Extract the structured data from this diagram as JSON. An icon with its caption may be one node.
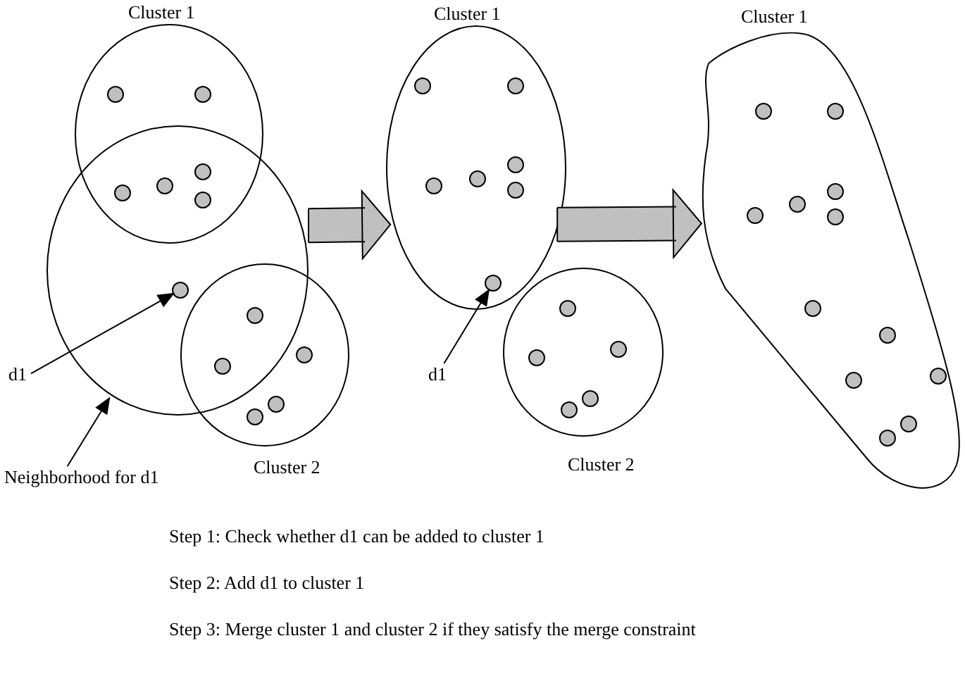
{
  "diagram": {
    "nodes": [
      {
        "text": [
          "Cluster 1"
        ]
      },
      {
        "text": [],
        "shape": "circle",
        "in": 0
      },
      {
        "text": [],
        "shape": "circle",
        "in": 0
      },
      {
        "text": [],
        "shape": "circle"
      },
      {
        "text": [],
        "shape": "circle"
      },
      {
        "text": [],
        "shape": "circle"
      },
      {
        "text": [],
        "shape": "circle"
      },
      {
        "text": [],
        "shape": "circle"
      },
      {
        "text": [
          "Cluster 2"
        ]
      },
      {
        "text": [],
        "shape": "circle",
        "in": 3
      },
      {
        "text": [],
        "shape": "circle"
      },
      {
        "text": [],
        "shape": "circle"
      },
      {
        "text": [],
        "shape": "circle",
        "in": 8
      },
      {
        "text": [],
        "shape": "circle",
        "in": 8
      },
      {
        "text": [],
        "shape": "circle",
        "in": 8
      },
      {
        "text": [
          "d1"
        ]
      },
      {
        "text": [
          "Neighborhood for d1"
        ]
      },
      {
        "text": [
          "Cluster 1"
        ]
      },
      {
        "text": [],
        "shape": "circle",
        "in": 17
      },
      {
        "text": [],
        "shape": "circle",
        "in": 17
      },
      {
        "text": [],
        "shape": "circle",
        "in": 17
      },
      {
        "text": [],
        "shape": "circle",
        "in": 17
      },
      {
        "text": [],
        "shape": "circle",
        "in": 17
      },
      {
        "text": [],
        "shape": "circle",
        "in": 17
      },
      {
        "text": [],
        "shape": "circle",
        "in": 17
      },
      {
        "text": [
          "d1"
        ]
      },
      {
        "text": [
          "Cluster 2"
        ]
      },
      {
        "text": [],
        "shape": "circle",
        "in": 26
      },
      {
        "text": [],
        "shape": "circle",
        "in": 26
      },
      {
        "text": [],
        "shape": "circle",
        "in": 26
      },
      {
        "text": [],
        "shape": "circle",
        "in": 26
      },
      {
        "text": [],
        "shape": "circle",
        "in": 26
      },
      {
        "text": [
          "Cluster 1"
        ]
      },
      {
        "text": [],
        "shape": "circle",
        "in": 32
      },
      {
        "text": [],
        "shape": "circle",
        "in": 32
      },
      {
        "text": [],
        "shape": "circle",
        "in": 32
      },
      {
        "text": [],
        "shape": "circle",
        "in": 32
      },
      {
        "text": [],
        "shape": "circle",
        "in": 32
      },
      {
        "text": [],
        "shape": "circle",
        "in": 32
      },
      {
        "text": [],
        "shape": "circle",
        "in": 32
      },
      {
        "text": [],
        "shape": "circle",
        "in": 32
      },
      {
        "text": [],
        "shape": "circle",
        "in": 32
      },
      {
        "text": [],
        "shape": "circle",
        "in": 32
      },
      {
        "text": [],
        "shape": "circle",
        "in": 32
      },
      {
        "text": [],
        "shape": "circle",
        "in": 32
      }
    ],
    "edges": [
      {
        "from": 15,
        "to": 9,
        "arrow": "to"
      },
      {
        "from": 16,
        "to": 3,
        "arrow": "to"
      },
      {
        "from": 3,
        "to": 17,
        "arrow": "to",
        "style": "thick",
        "color": "#c0c0c0"
      },
      {
        "from": 25,
        "to": 24,
        "arrow": "to"
      },
      {
        "from": 17,
        "to": 32,
        "arrow": "to",
        "style": "thick",
        "color": "#c0c0c0"
      }
    ],
    "labels": [
      "Step 1: Check whether d1 can be added to cluster 1",
      "Step 2: Add d1 to cluster 1",
      "Step 3: Merge cluster 1 and cluster 2 if they satisfy the merge constraint"
    ]
  }
}
